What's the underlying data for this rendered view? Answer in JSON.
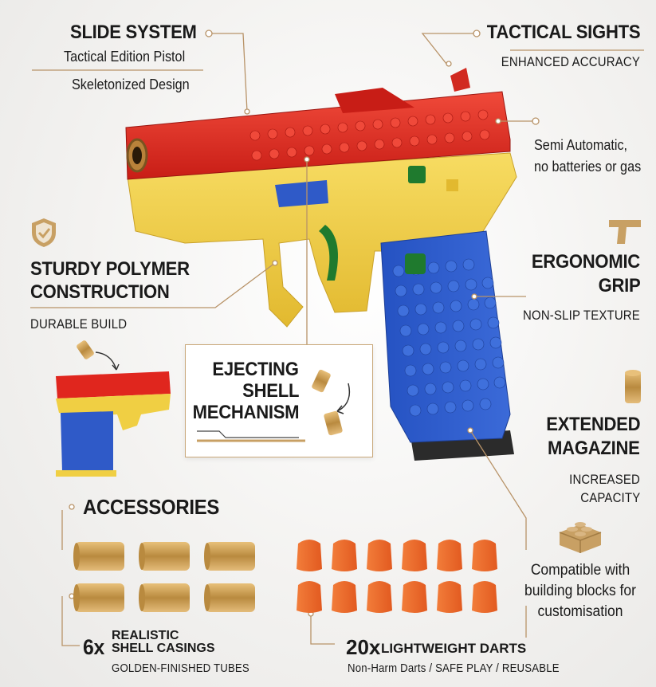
{
  "slide_system": {
    "title": "SLIDE SYSTEM",
    "line1": "Tactical Edition Pistol",
    "line2": "Skeletonized Design"
  },
  "tactical_sights": {
    "title": "TACTICAL SIGHTS",
    "subtitle": "ENHANCED ACCURACY"
  },
  "semi_auto": {
    "line1": "Semi Automatic,",
    "line2": "no batteries or gas"
  },
  "polymer": {
    "title_line1": "STURDY POLYMER",
    "title_line2": "CONSTRUCTION",
    "subtitle": "DURABLE BUILD"
  },
  "grip": {
    "title_line1": "ERGONOMIC",
    "title_line2": "GRIP",
    "subtitle": "NON-SLIP TEXTURE"
  },
  "ejecting": {
    "line1": "EJECTING",
    "line2": "SHELL",
    "line3": "MECHANISM"
  },
  "magazine": {
    "title_line1": "EXTENDED",
    "title_line2": "MAGAZINE",
    "subtitle_line1": "INCREASED",
    "subtitle_line2": "CAPACITY"
  },
  "compatible": {
    "line1": "Compatible with",
    "line2": "building blocks for",
    "line3": "customisation"
  },
  "accessories": {
    "title": "ACCESSORIES",
    "casings_count": "6x",
    "casings_line1": "REALISTIC",
    "casings_line2": "SHELL CASINGS",
    "casings_sub": "GOLDEN-FINISHED TUBES",
    "darts_count": "20x",
    "darts_label": "LIGHTWEIGHT DARTS",
    "darts_sub": "Non-Harm Darts / SAFE PLAY / REUSABLE"
  },
  "colors": {
    "red": "#e0261e",
    "yellow": "#f0cf43",
    "blue": "#2f5ac8",
    "green": "#1f7a2e",
    "gold": "#c8a064",
    "orange_dart": "#ef6a2c",
    "leader": "#b89368"
  }
}
